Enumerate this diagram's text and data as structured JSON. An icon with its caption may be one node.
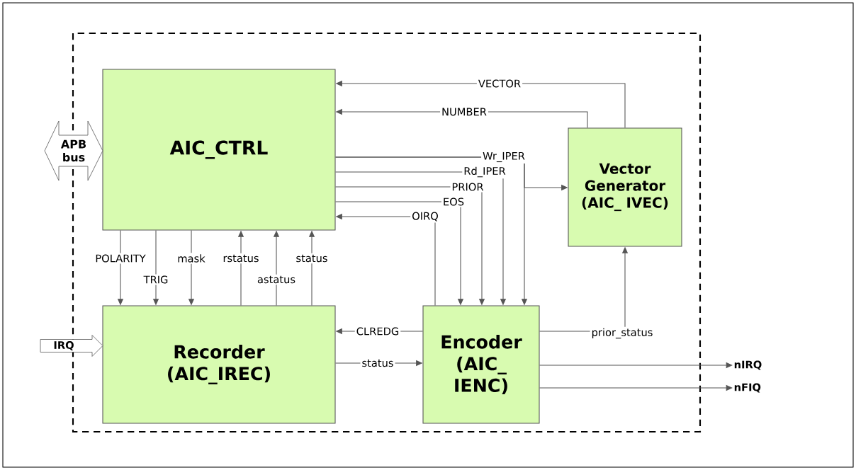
{
  "diagram": {
    "nodes": [
      {
        "text": [
          "AIC_CTRL"
        ]
      },
      {
        "text": [
          "Vector Generator (AIC_ IVEC)"
        ]
      },
      {
        "text": [
          "Recorder (AIC_IREC)"
        ]
      },
      {
        "text": [
          "Encoder (AIC_ IENC)"
        ]
      },
      {
        "text": [
          "APB bus"
        ]
      },
      {
        "text": [
          "IRQ"
        ]
      },
      {
        "text": [
          "nIRQ"
        ]
      },
      {
        "text": [
          "nFIQ"
        ]
      }
    ],
    "edges": [
      {
        "from": 1,
        "to": 0,
        "arrow": "to",
        "label": "VECTOR"
      },
      {
        "from": 1,
        "to": 0,
        "arrow": "to",
        "label": "NUMBER"
      },
      {
        "from": 0,
        "to": 3,
        "arrow": "to",
        "label": "Wr_IPER"
      },
      {
        "from": 0,
        "to": 1,
        "arrow": "to"
      },
      {
        "from": 0,
        "to": 3,
        "arrow": "to",
        "label": "Rd_IPER"
      },
      {
        "from": 0,
        "to": 3,
        "arrow": "to",
        "label": "PRIOR"
      },
      {
        "from": 0,
        "to": 3,
        "arrow": "to",
        "label": "EOS"
      },
      {
        "from": 3,
        "to": 0,
        "arrow": "to",
        "label": "OIRQ"
      },
      {
        "from": 0,
        "to": 2,
        "arrow": "to",
        "label": "POLARITY"
      },
      {
        "from": 0,
        "to": 2,
        "arrow": "to",
        "label": "TRIG"
      },
      {
        "from": 0,
        "to": 2,
        "arrow": "to",
        "label": "mask"
      },
      {
        "from": 2,
        "to": 0,
        "arrow": "to",
        "label": "rstatus"
      },
      {
        "from": 2,
        "to": 0,
        "arrow": "to",
        "label": "astatus"
      },
      {
        "from": 2,
        "to": 0,
        "arrow": "to",
        "label": "status"
      },
      {
        "from": 3,
        "to": 2,
        "arrow": "to",
        "label": "CLREDG"
      },
      {
        "from": 2,
        "to": 3,
        "arrow": "to",
        "label": "status"
      },
      {
        "from": 3,
        "to": 1,
        "arrow": "to",
        "label": "prior_status"
      },
      {
        "from": 3,
        "to": 6,
        "arrow": "to"
      },
      {
        "from": 3,
        "to": 7,
        "arrow": "to"
      }
    ]
  }
}
